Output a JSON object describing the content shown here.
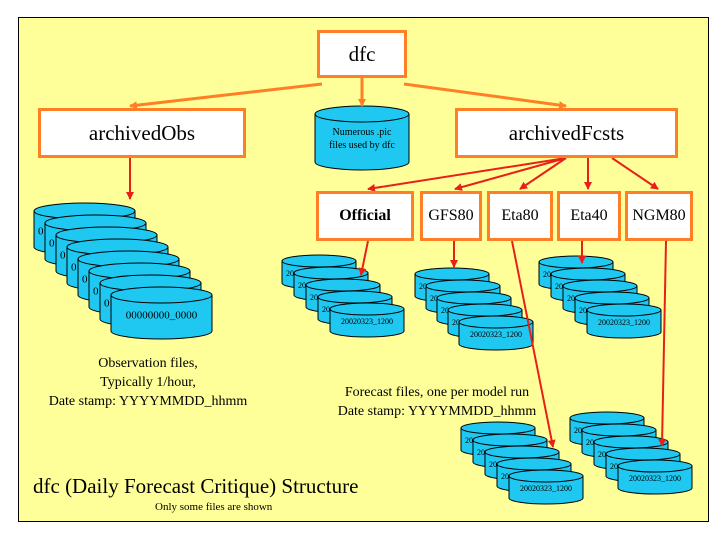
{
  "nodes": {
    "root": "dfc",
    "obs": "archivedObs",
    "fcsts": "archivedFcsts",
    "pic_files": [
      "Numerous .pic",
      "files used by dfc"
    ],
    "models": [
      "Official",
      "GFS80",
      "Eta80",
      "Eta40",
      "NGM80"
    ]
  },
  "file_labels": {
    "obs_stack": "00000000_0000",
    "obs_edge_char": "0",
    "fcst_stack": "20020323_1200",
    "fcst_edge": "200"
  },
  "obs_caption": [
    "Observation files,",
    "Typically 1/hour,",
    "Date stamp: YYYYMMDD_hhmm"
  ],
  "fcst_caption": [
    "Forecast files, one per model run",
    "Date stamp: YYYYMMDD_hhmm"
  ],
  "title": "dfc (Daily Forecast Critique) Structure",
  "subtitle": "Only some files are shown",
  "colors": {
    "background": "#ffff99",
    "box_border": "#ff7f27",
    "arrow_orange": "#ff7f27",
    "arrow_red": "#e8201a",
    "cylinder_fill": "#1ec8f0",
    "cylinder_stroke": "#000000"
  }
}
